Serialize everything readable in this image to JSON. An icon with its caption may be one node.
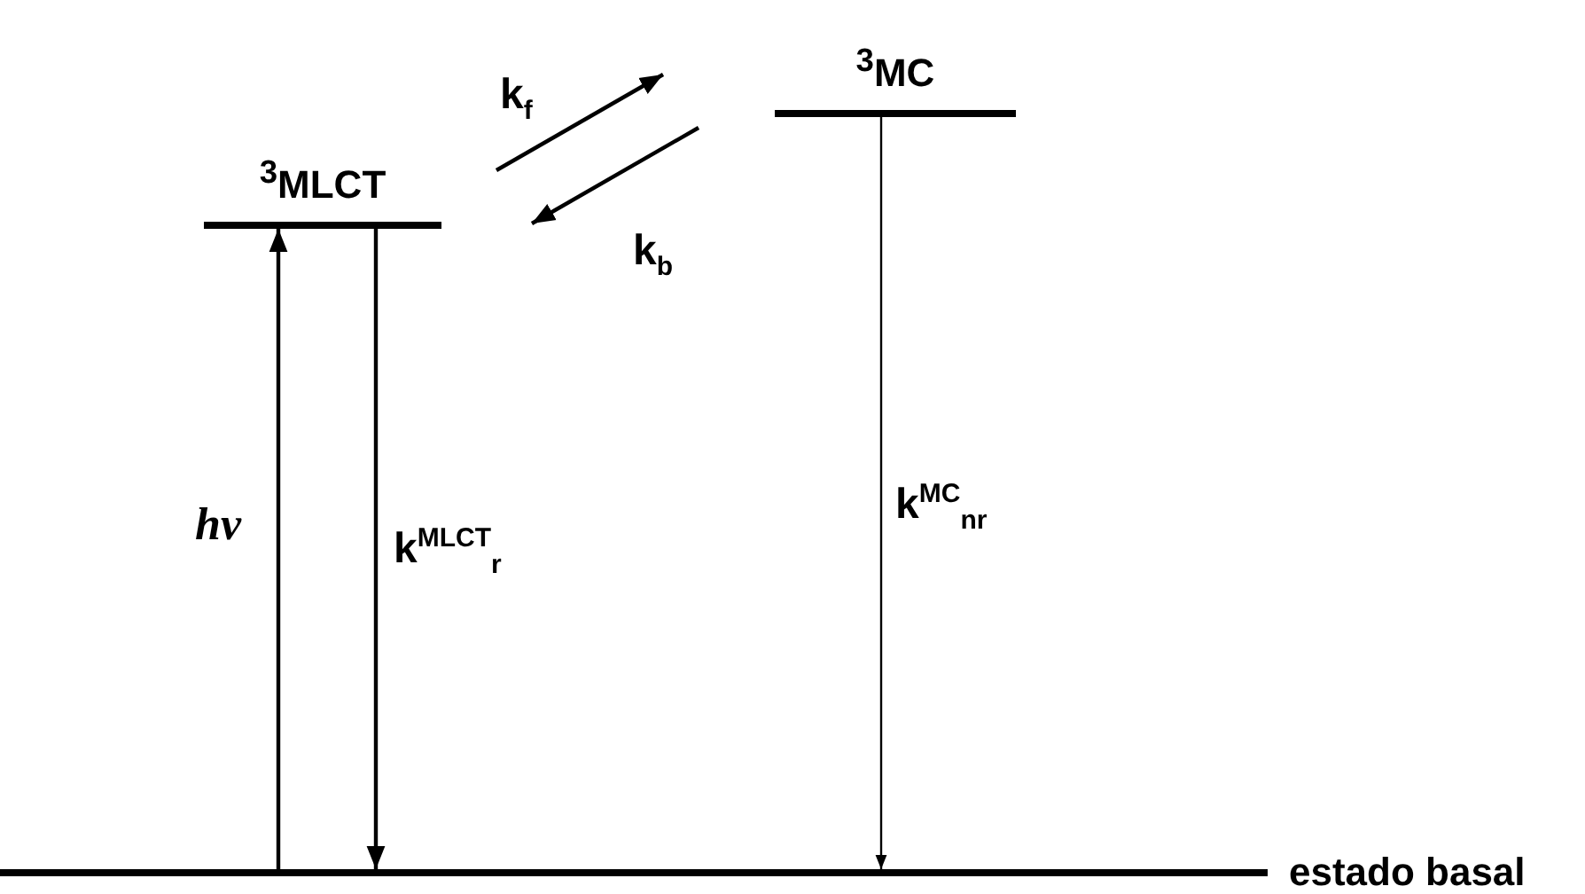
{
  "diagram": {
    "nodes": [
      {
        "text": [
          "$^{3}$MLCT"
        ]
      },
      {
        "text": [
          "$^{3}$MC"
        ]
      },
      {
        "text": [
          "estado basal"
        ]
      }
    ],
    "edges": [
      {
        "from": 2,
        "to": 0,
        "arrow": "to",
        "label": "hv"
      },
      {
        "from": 0,
        "to": 2,
        "arrow": "to",
        "label": "k$^{MLCT}$$_{r}$"
      },
      {
        "from": 0,
        "to": 1,
        "arrow": "to",
        "label": "k$_{f}$"
      },
      {
        "from": 1,
        "to": 0,
        "arrow": "to",
        "label": "k$_{b}$"
      },
      {
        "from": 1,
        "to": 2,
        "arrow": "to",
        "label": "k$^{MC}$$_{nr}$"
      }
    ]
  }
}
